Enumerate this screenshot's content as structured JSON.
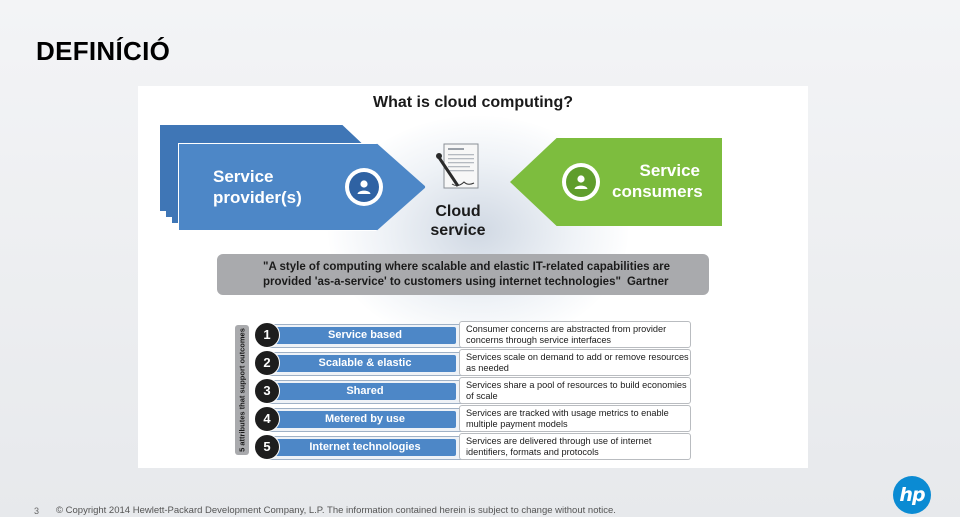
{
  "slide": {
    "title": "DEFINÍCIÓ",
    "page_number": "3",
    "footer": "© Copyright 2014 Hewlett-Packard Development Company, L.P.  The information contained herein is subject to change without notice.",
    "logo_text": "hp"
  },
  "figure": {
    "title": "What is cloud computing?",
    "provider": "Service provider(s)",
    "provider_line1": "Service",
    "provider_line2": "provider(s)",
    "consumer_line1": "Service",
    "consumer_line2": "consumers",
    "cloud_line1": "Cloud",
    "cloud_line2": "service",
    "quote": "\"A style of computing where scalable and elastic IT-related capabilities are provided 'as-a-service' to customers using internet technologies\"",
    "quote_author": "Gartner",
    "side_label": "5 attributes that support outcomes",
    "attributes": [
      {
        "num": "1",
        "name": "Service based",
        "desc": "Consumer concerns are abstracted from provider concerns through service interfaces"
      },
      {
        "num": "2",
        "name": "Scalable & elastic",
        "desc": "Services scale on demand to add or remove resources as needed"
      },
      {
        "num": "3",
        "name": "Shared",
        "desc": "Services share a pool of resources to build economies of scale"
      },
      {
        "num": "4",
        "name": "Metered by use",
        "desc": "Services are tracked with usage metrics to enable multiple payment models"
      },
      {
        "num": "5",
        "name": "Internet technologies",
        "desc": "Services are delivered through use of internet identifiers, formats and protocols"
      }
    ]
  },
  "colors": {
    "provider_blue": "#4d87c7",
    "consumer_green": "#7dbd3e",
    "hp_blue": "#0b8bd3"
  },
  "icons": [
    "person-icon",
    "contract-document-icon",
    "hp-logo"
  ]
}
